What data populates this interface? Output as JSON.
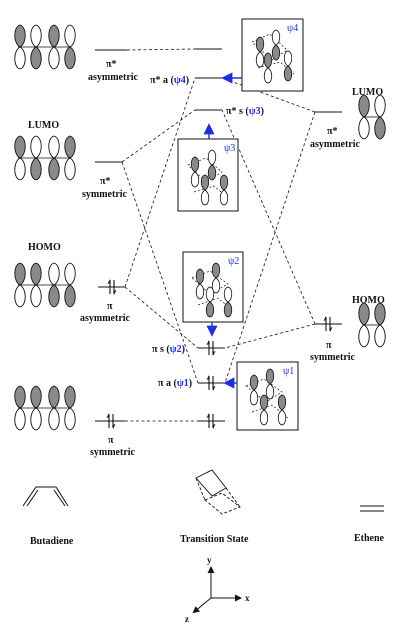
{
  "colors": {
    "ink": "#111111",
    "psi_blue": "#1f2fd6",
    "lobe_fill": "#8a8a8a"
  },
  "butadiene_levels": [
    {
      "id": "bd4",
      "label_top": "π*",
      "label_bottom": "asymmetric",
      "heading": ""
    },
    {
      "id": "bd3",
      "label_top": "π*",
      "label_bottom": "symmetric",
      "heading": "LUMO"
    },
    {
      "id": "bd2",
      "label_top": "π",
      "label_bottom": "asymmetric",
      "heading": "HOMO"
    },
    {
      "id": "bd1",
      "label_top": "π",
      "label_bottom": "symmetric",
      "heading": ""
    }
  ],
  "ethene_levels": [
    {
      "id": "et2",
      "label_top": "π*",
      "label_bottom": "asymmetric",
      "heading": "LUMO"
    },
    {
      "id": "et1",
      "label_top": "π",
      "label_bottom": "symmetric",
      "heading": "HOMO"
    }
  ],
  "ts_levels": [
    {
      "id": "ts4",
      "prefix": "π* a (",
      "psi": "ψ4",
      "suffix": ")"
    },
    {
      "id": "ts3",
      "prefix": "π* s (",
      "psi": "ψ3",
      "suffix": ")"
    },
    {
      "id": "ts2",
      "prefix": "π s (",
      "psi": "ψ2",
      "suffix": ")"
    },
    {
      "id": "ts1",
      "prefix": "π a (",
      "psi": "ψ1",
      "suffix": ")"
    }
  ],
  "ts_box_labels": [
    "ψ4",
    "ψ3",
    "ψ2",
    "ψ1"
  ],
  "bottom_labels": {
    "butadiene": "Butadiene",
    "transition_state": "Transition State",
    "ethene": "Ethene"
  },
  "axes": {
    "x": "x",
    "y": "y",
    "z": "z"
  }
}
